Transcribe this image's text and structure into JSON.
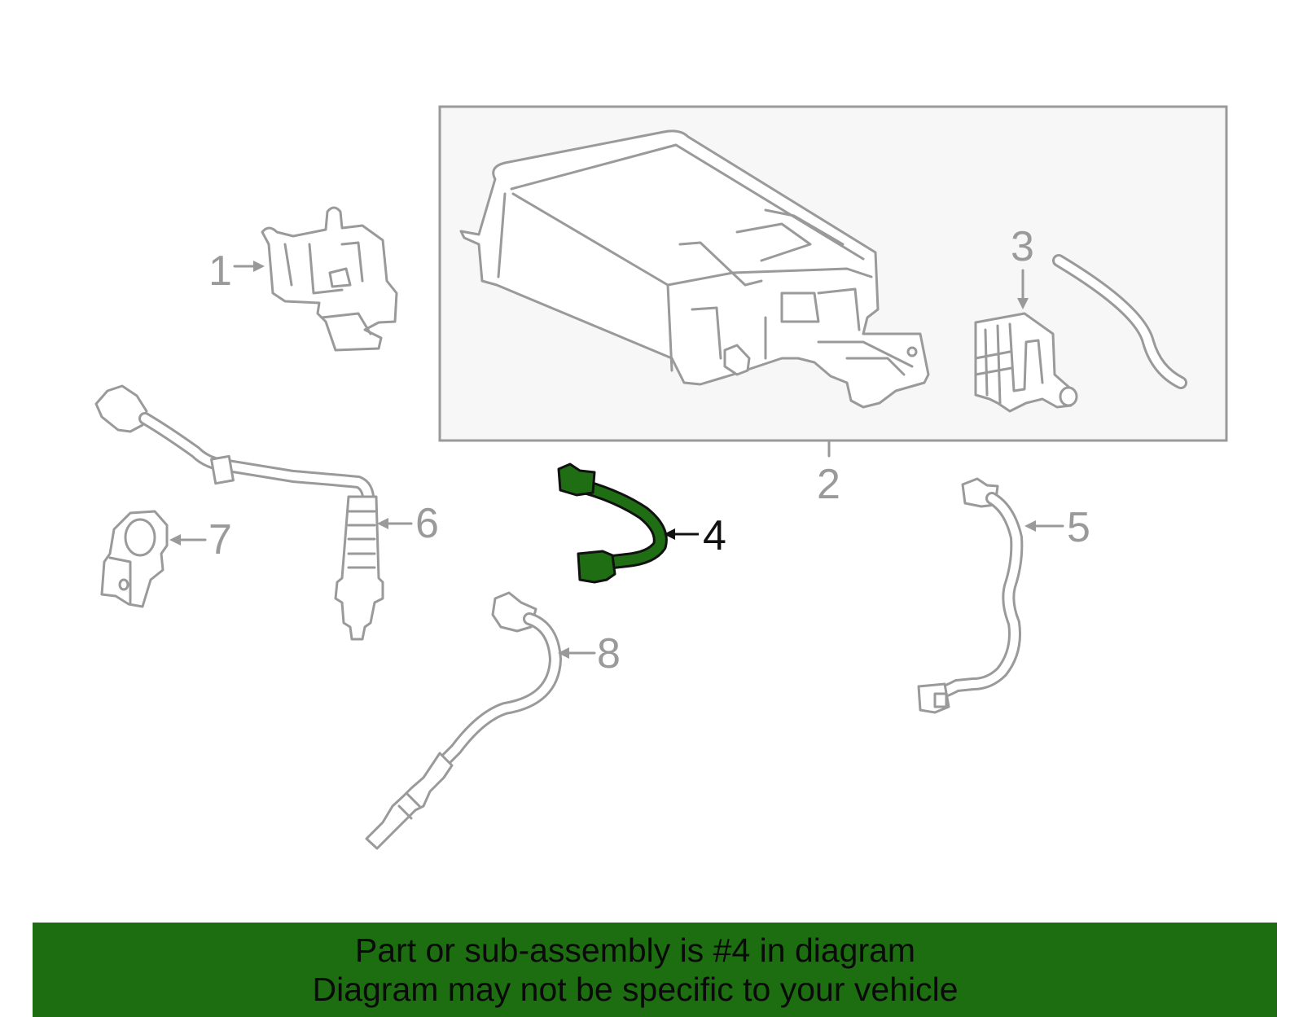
{
  "callouts": {
    "c1": "1",
    "c2": "2",
    "c3": "3",
    "c4": "4",
    "c5": "5",
    "c6": "6",
    "c7": "7",
    "c8": "8"
  },
  "highlighted_part": "4",
  "colors": {
    "highlight": "#1f6e14",
    "banner": "#1c6e10",
    "line": "#9a9a9a"
  },
  "banner": {
    "line1": "Part or sub-assembly is #4 in diagram",
    "line2": "Diagram may not be specific to your vehicle"
  }
}
